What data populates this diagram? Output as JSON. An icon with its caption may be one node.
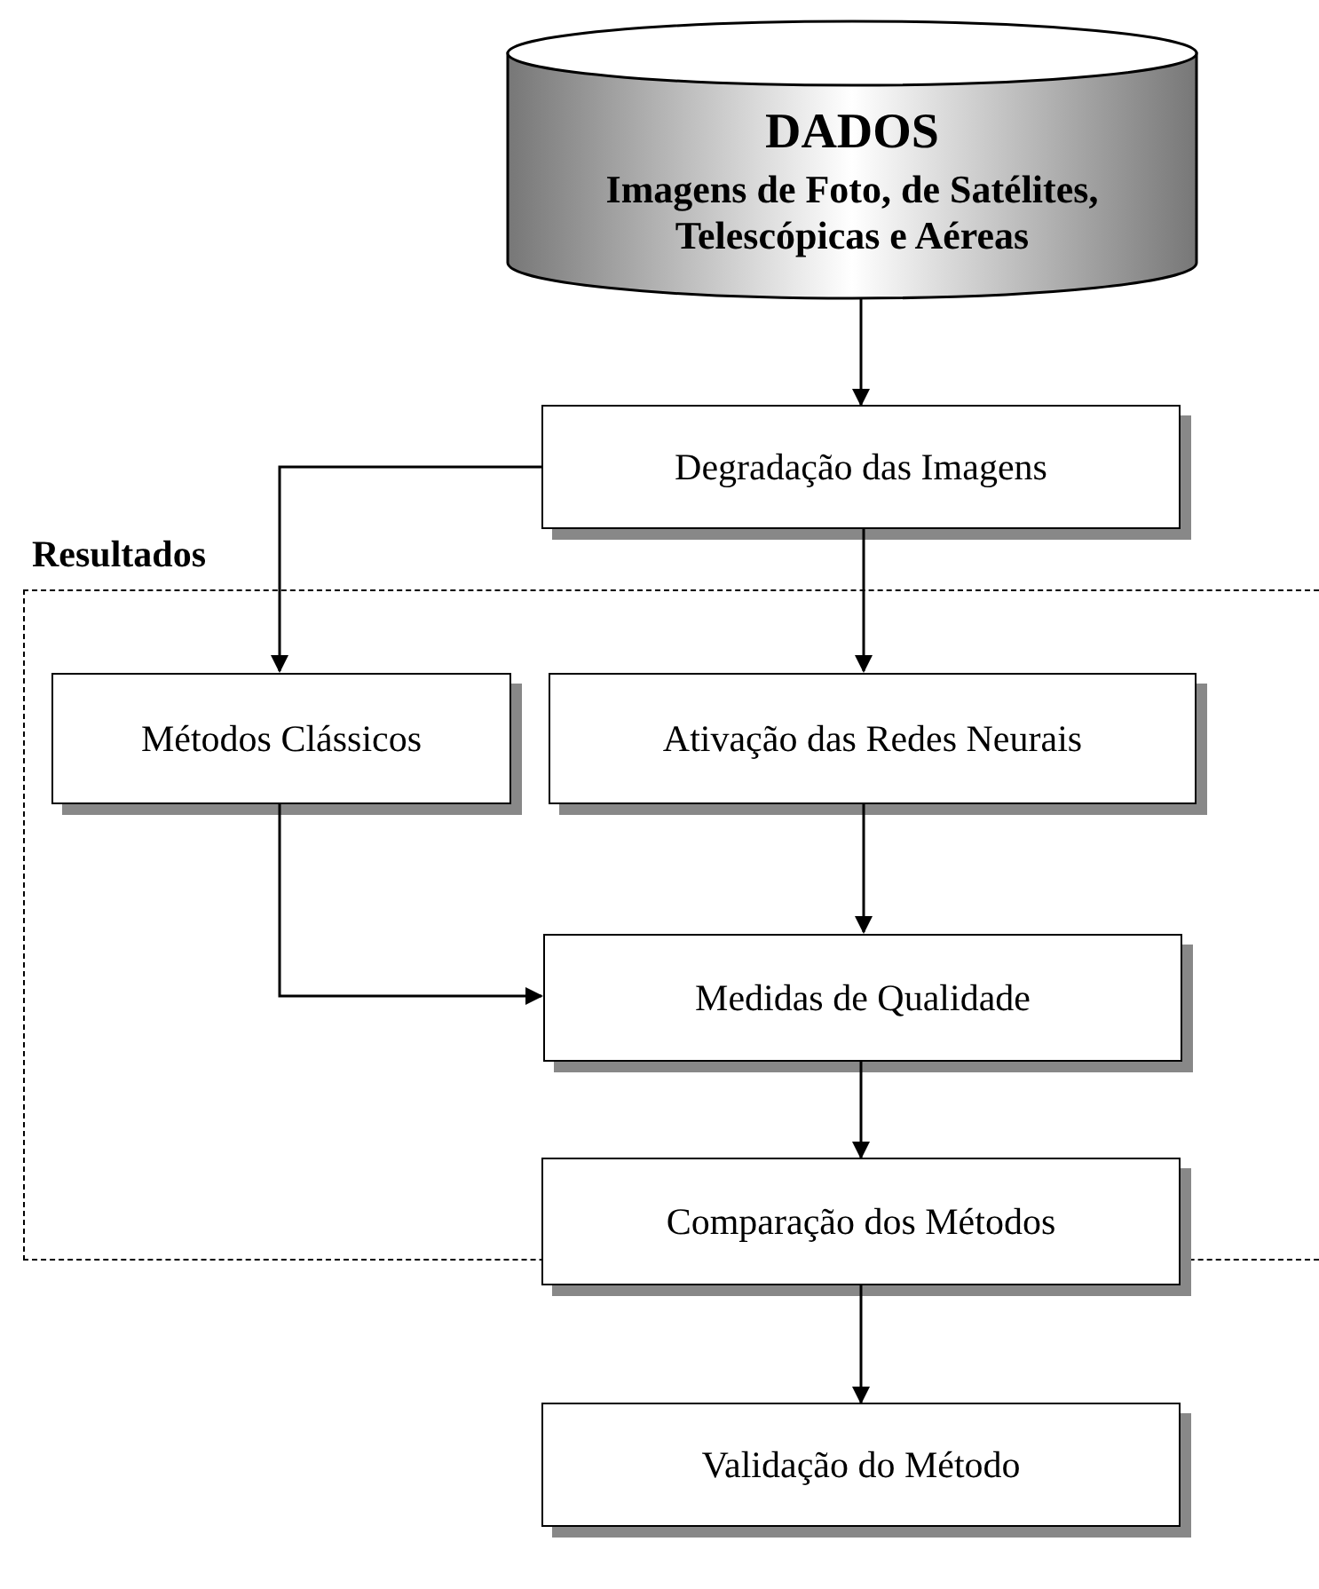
{
  "diagram": {
    "nodes": [
      {
        "text": [
          "DADOS",
          "Imagens de Foto, de Satélites, Telescópicas e Aéreas"
        ]
      },
      {
        "text": [
          "Degradação das Imagens"
        ]
      },
      {
        "text": [
          "Resultados"
        ]
      },
      {
        "text": [
          "Métodos Clássicos"
        ],
        "in": 2
      },
      {
        "text": [
          "Ativação das Redes Neurais"
        ],
        "in": 2
      },
      {
        "text": [
          "Medidas de Qualidade"
        ],
        "in": 2
      },
      {
        "text": [
          "Comparação dos Métodos"
        ]
      },
      {
        "text": [
          "Validação do Método"
        ]
      }
    ],
    "edges": [
      {
        "from": 0,
        "to": 1,
        "arrow": "to"
      },
      {
        "from": 1,
        "to": 3,
        "arrow": "to"
      },
      {
        "from": 1,
        "to": 4,
        "arrow": "to"
      },
      {
        "from": 4,
        "to": 5,
        "arrow": "to"
      },
      {
        "from": 3,
        "to": 5,
        "arrow": "to"
      },
      {
        "from": 5,
        "to": 6,
        "arrow": "to"
      },
      {
        "from": 6,
        "to": 7,
        "arrow": "to"
      }
    ]
  }
}
